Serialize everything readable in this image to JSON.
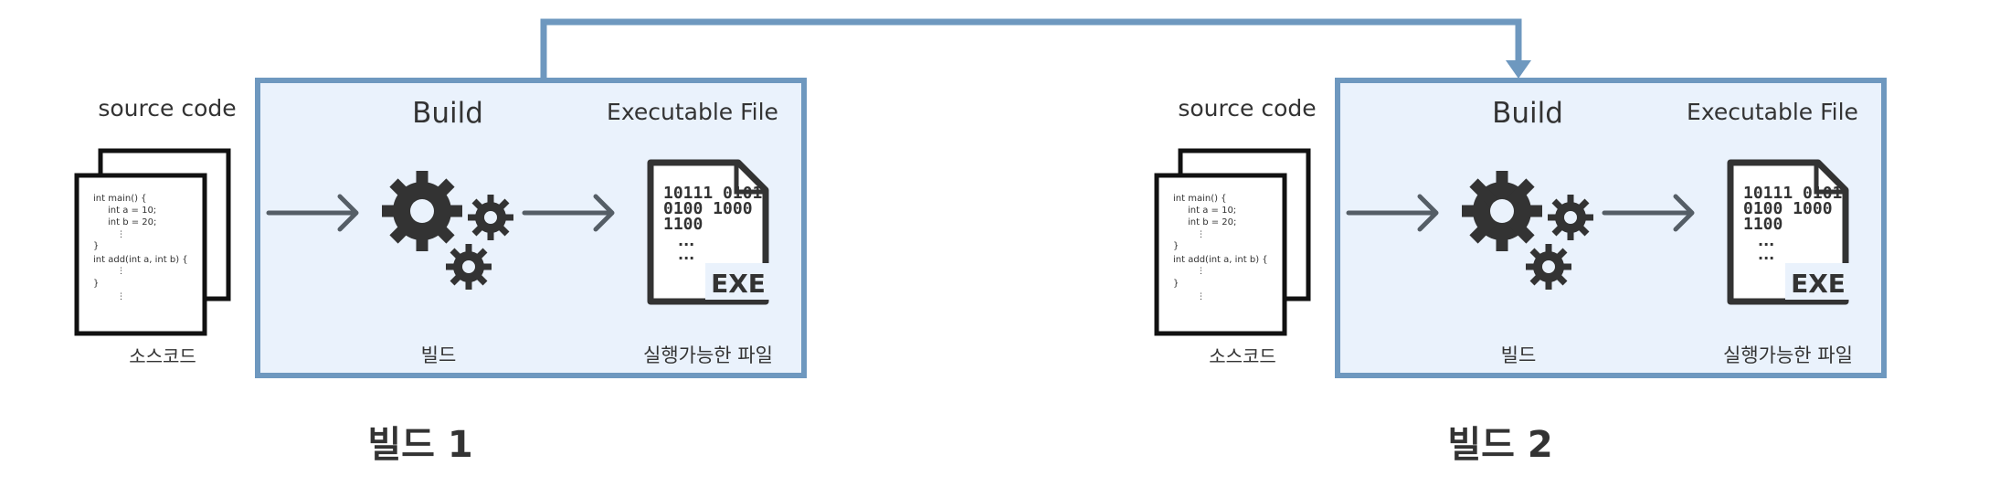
{
  "colors": {
    "panel_fill": "#eaf2fc",
    "panel_border": "#6e98bf",
    "arrow_gray": "#555e66",
    "gear": "#333333",
    "text": "#333333"
  },
  "connector": {
    "label": ""
  },
  "diagrams": [
    {
      "source_label": "source code",
      "source_caption": "소스코드",
      "code_lines": [
        "int main() {",
        "int a = 10;",
        "int b = 20;",
        "⋮",
        "}",
        "int add(int a, int b) {",
        "⋮",
        "}",
        "⋮"
      ],
      "build_title": "Build",
      "build_caption": "빌드",
      "exe_title": "Executable File",
      "exe_caption": "실행가능한 파일",
      "binary_lines": [
        "10111 0101",
        "0100 1000",
        "1100"
      ],
      "ellipsis_lines": [
        "...",
        "..."
      ],
      "exe_badge": "EXE",
      "bottom_title": "빌드 1"
    },
    {
      "source_label": "source code",
      "source_caption": "소스코드",
      "code_lines": [
        "int main() {",
        "int a = 10;",
        "int b = 20;",
        "⋮",
        "}",
        "int add(int a, int b) {",
        "⋮",
        "}",
        "⋮"
      ],
      "build_title": "Build",
      "build_caption": "빌드",
      "exe_title": "Executable File",
      "exe_caption": "실행가능한 파일",
      "binary_lines": [
        "10111 0101",
        "0100 1000",
        "1100"
      ],
      "ellipsis_lines": [
        "...",
        "..."
      ],
      "exe_badge": "EXE",
      "bottom_title": "빌드 2"
    }
  ]
}
